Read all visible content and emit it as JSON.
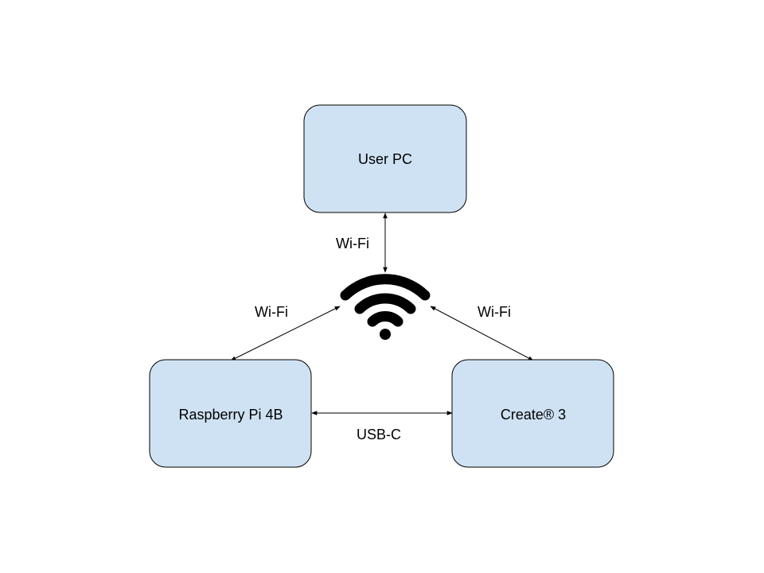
{
  "nodes": {
    "user_pc": {
      "label": "User PC"
    },
    "raspberry_pi": {
      "label": "Raspberry Pi 4B"
    },
    "create3": {
      "label": "Create® 3"
    }
  },
  "edges": {
    "pc_to_wifi": {
      "label": "Wi-Fi"
    },
    "pi_to_wifi": {
      "label": "Wi-Fi"
    },
    "create_to_wifi": {
      "label": "Wi-Fi"
    },
    "pi_to_create": {
      "label": "USB-C"
    }
  },
  "hub": {
    "icon": "wifi-icon"
  },
  "colors": {
    "node_fill": "#cfe2f3",
    "stroke": "#000000",
    "background": "#ffffff"
  }
}
